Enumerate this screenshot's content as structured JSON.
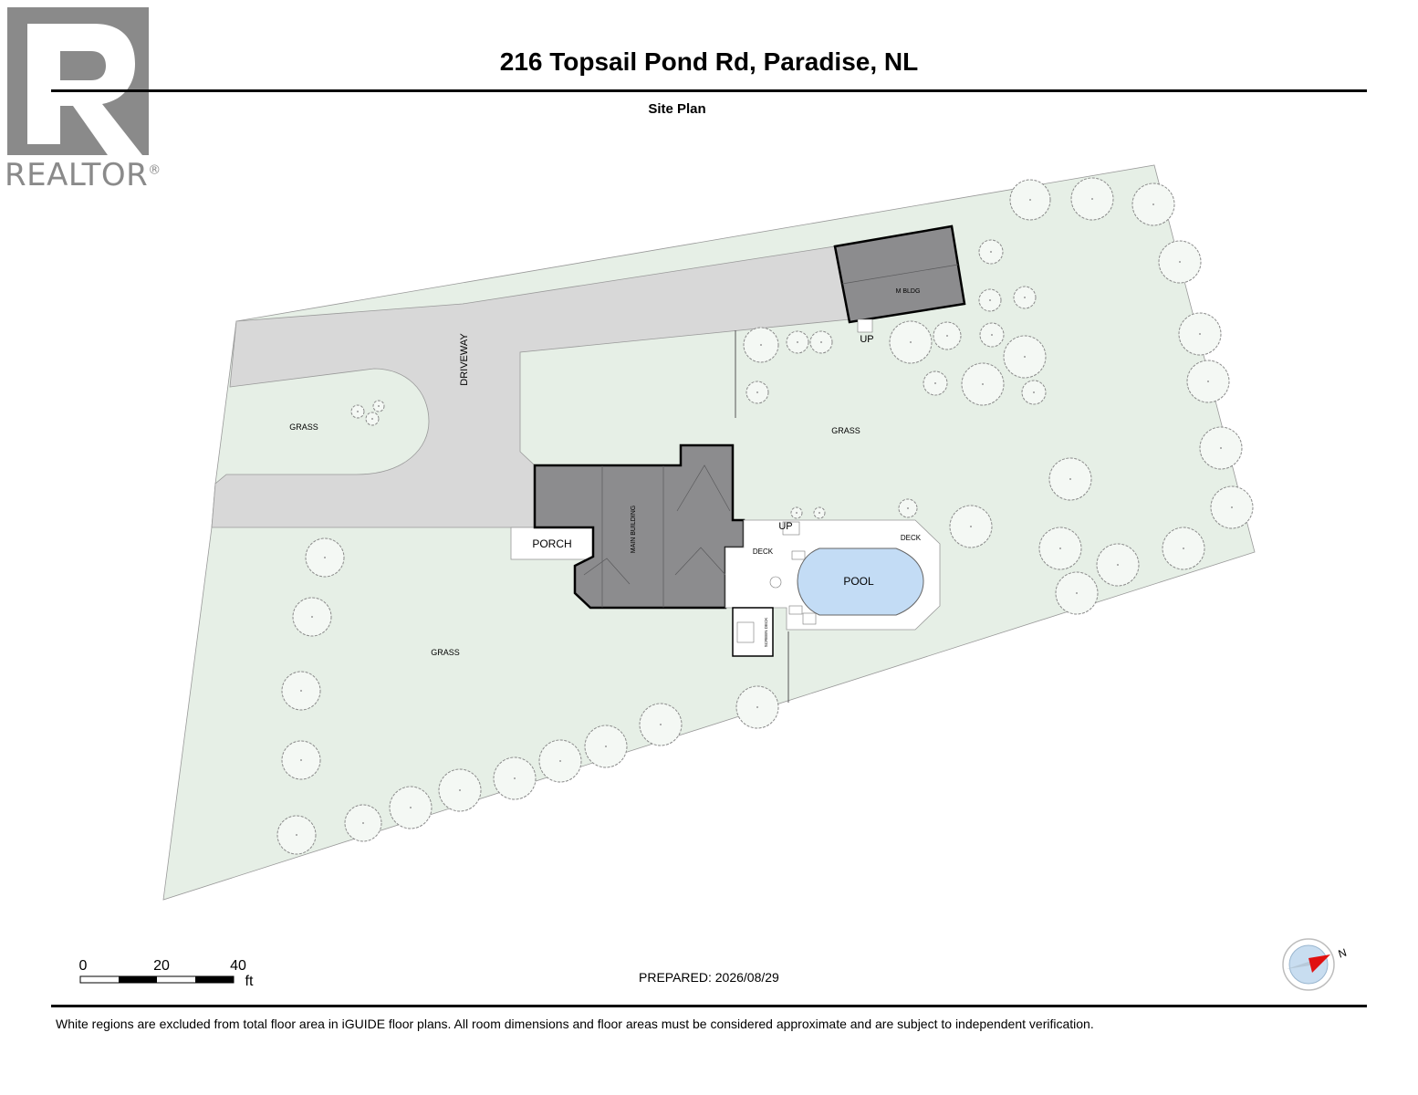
{
  "header": {
    "title": "216 Topsail Pond Rd, Paradise, NL",
    "subtitle": "Site Plan"
  },
  "logo": {
    "text": "REALTOR",
    "mark": "®",
    "icon": "realtor-r-logo",
    "color": "#8a8a8a"
  },
  "plan": {
    "labels": {
      "driveway": "DRIVEWAY",
      "grass_left": "GRASS",
      "grass_right": "GRASS",
      "grass_bottom": "GRASS",
      "porch": "PORCH",
      "main_building": "MAIN BUILDING",
      "m_bldg": "M BLDG",
      "up_shed": "UP",
      "up_deck": "UP",
      "deck_left": "DECK",
      "deck_right": "DECK",
      "pool": "POOL",
      "screen_deck": "SCREEN DECK"
    },
    "colors": {
      "grass": "#e6efe6",
      "driveway": "#d8d8d8",
      "building": "#8c8c8e",
      "pool": "#c3dcf5",
      "outline": "#000000"
    }
  },
  "scale": {
    "ticks": [
      "0",
      "20",
      "40"
    ],
    "unit": "ft"
  },
  "compass": {
    "label": "N",
    "icon": "compass-icon"
  },
  "footer": {
    "prepared": "PREPARED: 2026/08/29",
    "disclaimer": "White regions are excluded from total floor area in iGUIDE floor plans. All room dimensions and floor areas must be considered approximate and are subject to independent verification."
  }
}
